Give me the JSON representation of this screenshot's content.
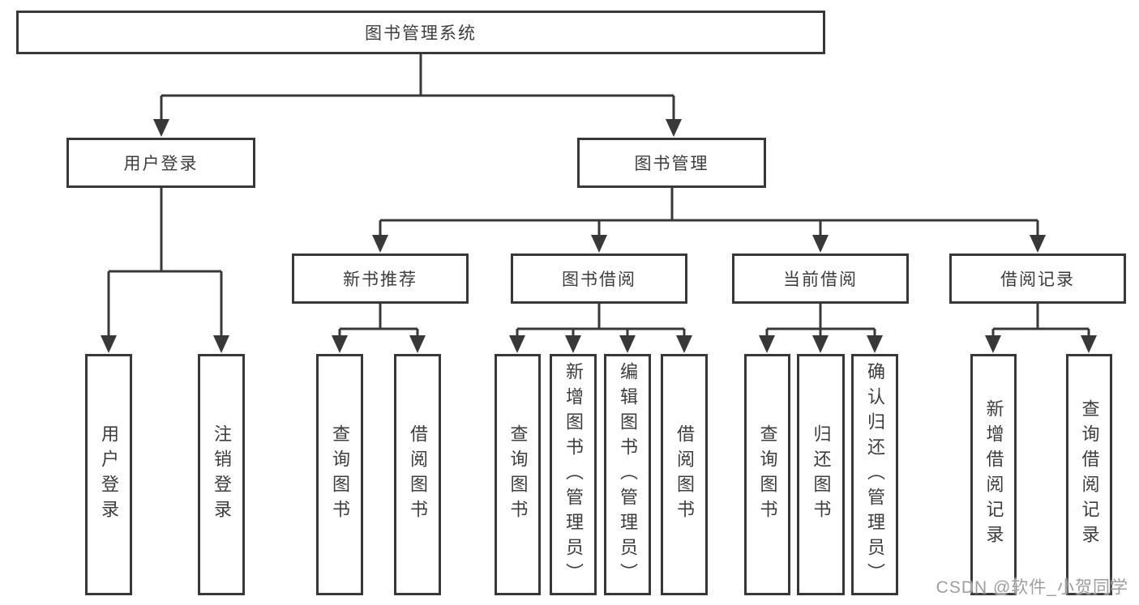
{
  "tree": {
    "root": {
      "label": "图书管理系统"
    },
    "user_login": {
      "label": "用户登录",
      "children": [
        {
          "label": "用户登录"
        },
        {
          "label": "注销登录"
        }
      ]
    },
    "book_mgmt": {
      "label": "图书管理",
      "new_book": {
        "label": "新书推荐",
        "children": [
          {
            "label": "查询图书"
          },
          {
            "label": "借阅图书"
          }
        ]
      },
      "book_borrow": {
        "label": "图书借阅",
        "children": [
          {
            "label": "查询图书"
          },
          {
            "label": "新增图书（管理员）"
          },
          {
            "label": "编辑图书（管理员）"
          },
          {
            "label": "借阅图书"
          }
        ]
      },
      "current_borrow": {
        "label": "当前借阅",
        "children": [
          {
            "label": "查询图书"
          },
          {
            "label": "归还图书"
          },
          {
            "label": "确认归还（管理员）"
          }
        ]
      },
      "borrow_records": {
        "label": "借阅记录",
        "children": [
          {
            "label": "新增借阅记录"
          },
          {
            "label": "查询借阅记录"
          }
        ]
      }
    }
  },
  "watermark": "CSDN @软件_小贺同学",
  "colors": {
    "line": "#383838",
    "text": "#3d3d3d",
    "box_background": "#ffffff",
    "watermark": "#9e9e9e"
  }
}
